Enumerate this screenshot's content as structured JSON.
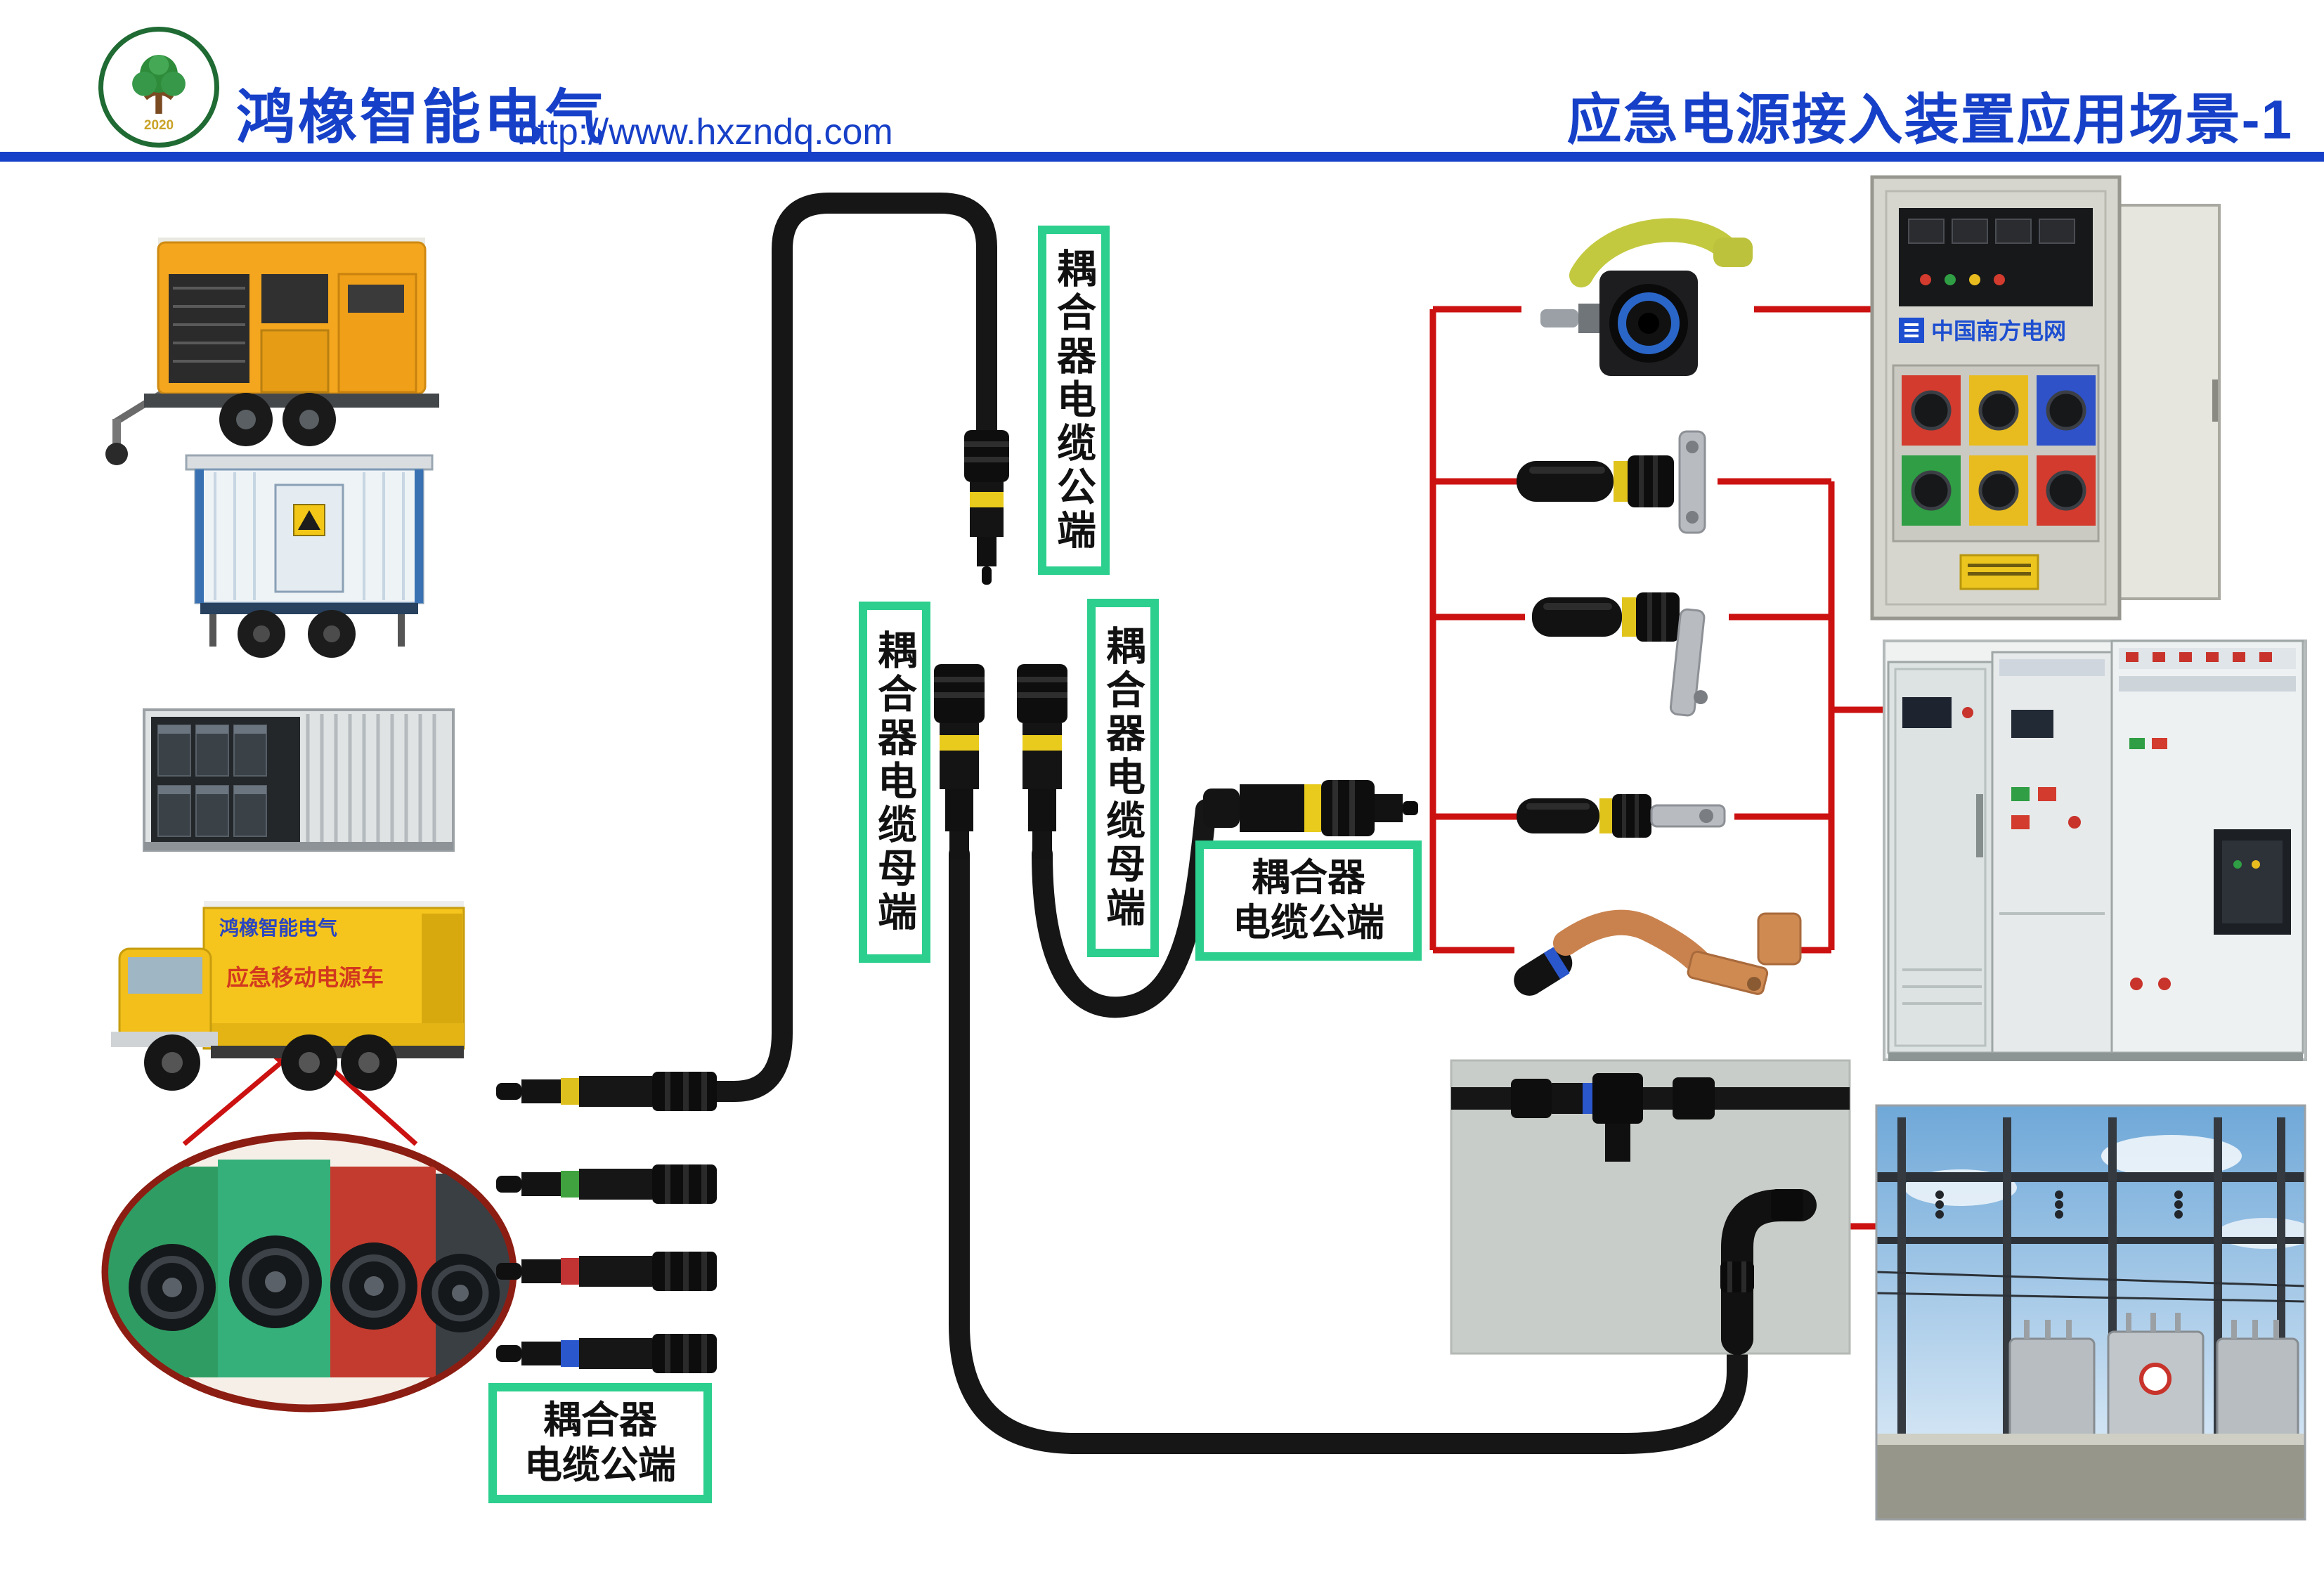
{
  "header": {
    "company_name": "鸿橡智能电气",
    "website": "http://www.hxzndq.com",
    "page_title": "应急电源接入装置应用场景-1",
    "logo_year": "2020"
  },
  "labels": {
    "male_top": "耦合器电缆公端",
    "female_left": "耦合器电缆母端",
    "female_right": "耦合器电缆母端",
    "male_mid_line1": "耦合器",
    "male_mid_line2": "电缆公端",
    "male_bottom_line1": "耦合器",
    "male_bottom_line2": "电缆公端"
  },
  "images": {
    "truck_box_brand": "鸿橡智能电气",
    "truck_side_text": "应急移动电源车",
    "grid_cabinet_brand": "中国南方电网"
  },
  "colors": {
    "accent_blue": "#1740c8",
    "label_green": "#2ccf8e",
    "connection_red": "#cc1111",
    "cable_black": "#161616",
    "band_yellow": "#ddbf1e",
    "band_green": "#3fa23f",
    "band_red": "#c23434",
    "band_blue": "#2b57cc"
  }
}
